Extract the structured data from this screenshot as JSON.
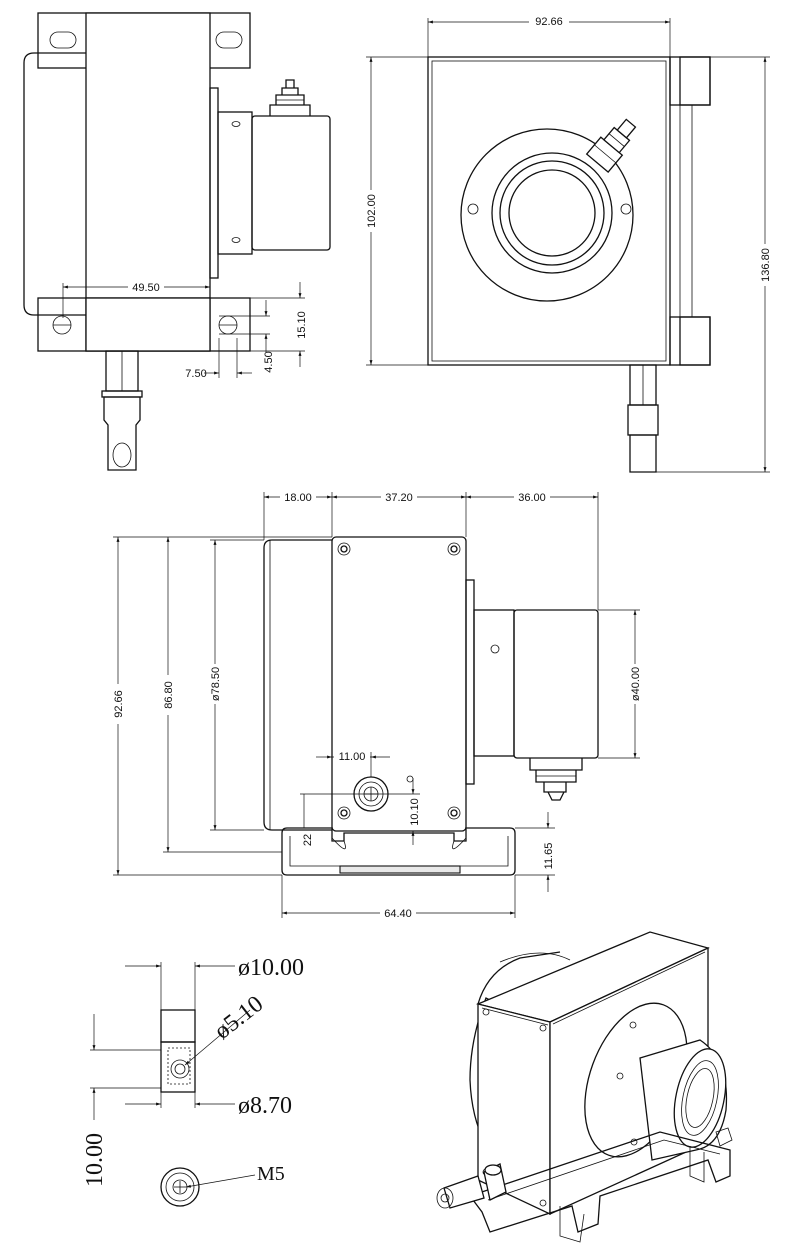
{
  "top_left_view": {
    "dim_width": "49.50",
    "dim_slot_height": "15.10",
    "dim_slot_width": "7.50",
    "dim_slot_offset": "4.50"
  },
  "top_right_view": {
    "dim_width": "92.66",
    "dim_height": "102.00",
    "dim_total_height": "136.80"
  },
  "side_view": {
    "dim_top_left": "18.00",
    "dim_top_mid": "37.20",
    "dim_top_right": "36.00",
    "dim_total_height": "92.66",
    "dim_body_height": "86.80",
    "dim_drum_dia": "ø78.50",
    "dim_encoder_dia": "ø40.00",
    "dim_hole_offset": "11.00",
    "dim_hole_height": "10.10",
    "dim_22": "22",
    "dim_base_height": "11.65",
    "dim_base_width": "64.40"
  },
  "detail_view": {
    "dim_outer_dia": "ø10.00",
    "dim_hole_dia": "ø5.10",
    "dim_lug_dia": "ø8.70",
    "dim_length": "10.00",
    "thread_label": "M5"
  }
}
